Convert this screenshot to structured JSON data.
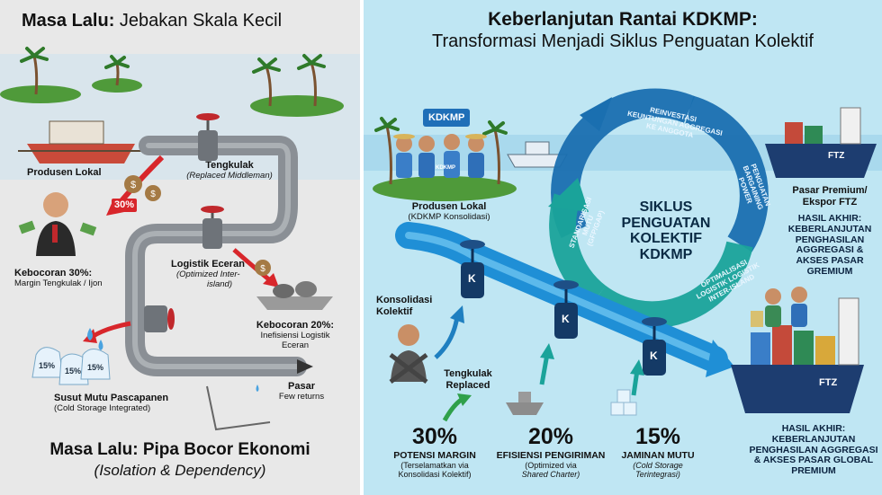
{
  "left": {
    "title_bold": "Masa Lalu:",
    "title_rest": "Jebakan Skala Kecil",
    "produsen_label": "Produsen Lokal",
    "tengkulak_label": "Tengkulak",
    "tengkulak_sub": "(Replaced Middleman)",
    "leak30_pct": "30%",
    "kebocoran30_label": "Kebocoran 30%:",
    "kebocoran30_sub": "Margin Tengkulak / Ijon",
    "logistik_label": "Logistik Eceran",
    "logistik_sub1": "(Optimized Inter-",
    "logistik_sub2": "island)",
    "kebocoran20_label": "Kebocoran 20%:",
    "kebocoran20_sub1": "Inefisiensi Logistik",
    "kebocoran20_sub2": "Eceran",
    "bag_labels": [
      "15%",
      "15%",
      "15%"
    ],
    "susut_label": "Susut Mutu Pascapanen",
    "susut_sub": "(Cold Storage Integrated)",
    "pasar_label": "Pasar",
    "pasar_sub": "Few returns",
    "footer_title": "Masa Lalu: Pipa Bocor Ekonomi",
    "footer_sub": "(Isolation & Dependency)"
  },
  "right": {
    "title_line1": "Keberlanjutan Rantai KDKMP:",
    "title_line2": "Transformasi Menjadi Siklus Penguatan Kolektif",
    "banner": "KDKMP",
    "shirt_label": "KDKMP",
    "produsen_label": "Produsen Lokal",
    "produsen_sub": "(KDKMP Konsolidasi)",
    "cycle_line1": "SIKLUS",
    "cycle_line2": "PENGUATAN",
    "cycle_line3": "KOLEKTIF",
    "cycle_line4": "KDKMP",
    "ring_top1": "REINVESTASI",
    "ring_top2": "KEUNTUNGAN AGGREGASI",
    "ring_top3": "KE ANGGOTA",
    "ring_right1": "PENGUATAN",
    "ring_right2": "BARGAINING",
    "ring_right3": "POWER",
    "ring_left1": "STANDARISASI",
    "ring_left2": "MUTU",
    "ring_left3": "(GFP/GAP)",
    "ring_bottom1": "OPTIMALISASI",
    "ring_bottom2": "LOGISTIK LOGISTIK",
    "ring_bottom3": "INTER-ISLAND",
    "valve_letter": "K",
    "konsolidasi1": "Konsolidasi",
    "konsolidasi2": "Kolektif",
    "tengkulak1": "Tengkulak",
    "tengkulak2": "Replaced",
    "stat1_value": "30%",
    "stat1_label": "POTENSI MARGIN",
    "stat1_sub1": "(Terselamatkan via",
    "stat1_sub2": "Konsolidasi Kolektif)",
    "stat2_value": "20%",
    "stat2_label": "EFISIENSI PENGIRIMAN",
    "stat2_sub1": "(Optimized via",
    "stat2_sub2": "Shared Charter)",
    "stat3_value": "15%",
    "stat3_label": "JAMINAN MUTU",
    "stat3_sub1": "(Cold Storage",
    "stat3_sub2": "Terintegrasi)",
    "ship_label": "FTZ",
    "pasar_label1": "Pasar Premium/",
    "pasar_label2": "Ekspor FTZ",
    "hasil_top1": "HASIL AKHIR:",
    "hasil_top2": "KEBERLANJUTAN",
    "hasil_top3": "PENGHASILAN",
    "hasil_top4": "AGGREGASI &",
    "hasil_top5": "AKSES PASAR",
    "hasil_top6": "GREMIUM",
    "hasil_bot1": "HASIL AKHIR:",
    "hasil_bot2": "KEBERLANJUTAN",
    "hasil_bot3": "PENGHASILAN AGGREGASI",
    "hasil_bot4": "& AKSES PASAR GLOBAL",
    "hasil_bot5": "PREMIUM"
  },
  "colors": {
    "left_bg": "#e8e8e8",
    "right_bg": "#bfe6f3",
    "pipe_grey": "#8a8f95",
    "pipe_blue": "#1f8fd6",
    "leak_red": "#d8262b",
    "cycle_teal": "#1aa39a",
    "cycle_blue": "#1a6fb0"
  }
}
